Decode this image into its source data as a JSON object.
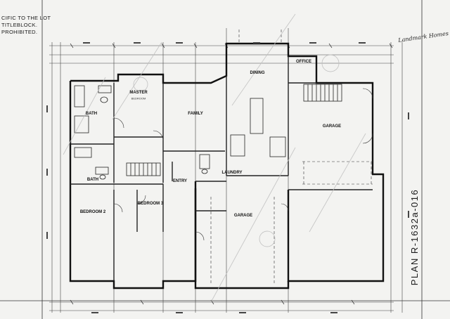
{
  "notes_left": [
    "CIFIC TO THE LOT",
    "TITLEBLOCK.",
    "PROHIBITED."
  ],
  "rooms": {
    "dining": "DINING",
    "office": "OFFICE",
    "master": "MASTER",
    "master_sub": "BEDROOM",
    "family": "FAMILY",
    "bath_1": "BATH",
    "bath_2": "BATH",
    "bedroom_2": "BEDROOM 2",
    "bedroom_3": "BEDROOM 3",
    "entry": "ENTRY",
    "garage_main": "GARAGE",
    "garage_right": "GARAGE",
    "laundry": "LAUNDRY"
  },
  "plan_title": "PLAN R-1632a-016",
  "logo_text": "Landmark Homes",
  "colors": {
    "paper": "#f3f3f1",
    "ink": "#1c1c1c",
    "watermark": "#bfbfbf"
  }
}
